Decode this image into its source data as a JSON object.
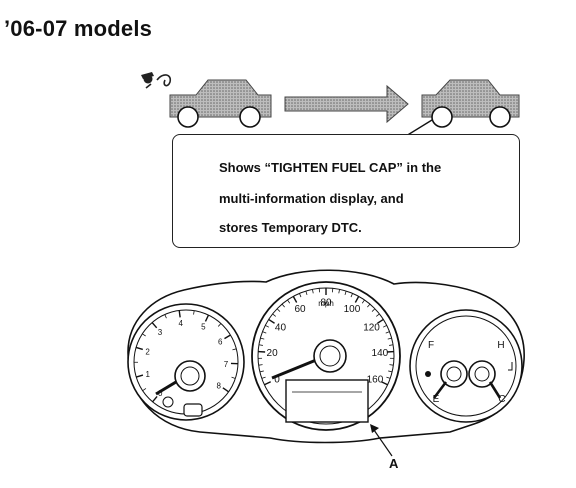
{
  "page": {
    "title": "’06-07 models"
  },
  "callout": {
    "line1": "Shows “TIGHTEN FUEL CAP” in the",
    "line2": "multi-information display, and",
    "line3": "stores Temporary DTC."
  },
  "cluster": {
    "label": "A",
    "speedometer": {
      "ticks": [
        "0",
        "20",
        "40",
        "60",
        "80",
        "100",
        "120",
        "140",
        "160"
      ],
      "unit": "mph"
    },
    "tachometer": {
      "ticks": [
        "0",
        "1",
        "2",
        "3",
        "4",
        "5",
        "6",
        "7",
        "8"
      ]
    },
    "fuel_gauge": {
      "full": "F",
      "empty": "E"
    },
    "temp_gauge": {
      "hot": "H",
      "cold": "C"
    }
  },
  "colors": {
    "car_fill": "#9c9c9c",
    "line": "#111111"
  },
  "icons": [
    "fuel-cap-icon",
    "car-icon",
    "arrow-right-icon"
  ]
}
